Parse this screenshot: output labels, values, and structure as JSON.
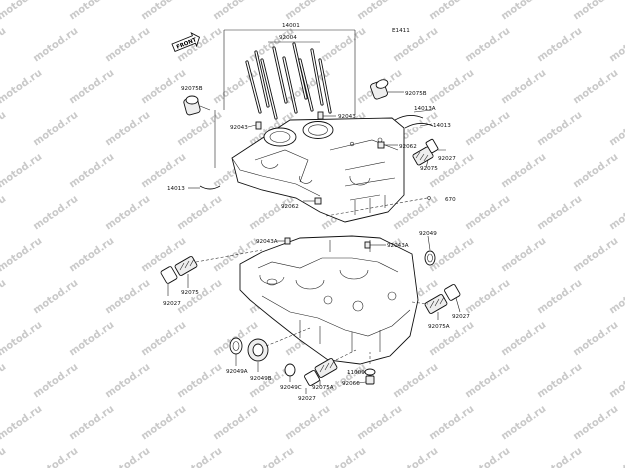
{
  "watermark": {
    "text": "motod.ru"
  },
  "diagram_code": "E1411",
  "front_label": "FRONT",
  "labels": {
    "l14001": "14001",
    "l92004": "92004",
    "l92075b_top": "92075B",
    "l92075b_left": "92075B",
    "l14013a": "14013A",
    "l14013_right": "14013",
    "l92043_left": "92043",
    "l92043_right": "92043",
    "l92062_top": "92062",
    "l92027_top": "92027",
    "l92075_top": "92075",
    "l14013_left": "14013",
    "l92062_mid": "92062",
    "l670": "670",
    "l92043a_left": "92043A",
    "l92043a_right": "92043A",
    "l92049": "92049",
    "l92027_left": "92027",
    "l92075_left": "92075",
    "l92027_right": "92027",
    "l92075a_right": "92075A",
    "l92049a": "92049A",
    "l92049b": "92049B",
    "l92049c": "92049C",
    "l92075a_bottom": "92075A",
    "l92027_bottom": "92027",
    "l11009": "11009",
    "l92066": "92066"
  }
}
